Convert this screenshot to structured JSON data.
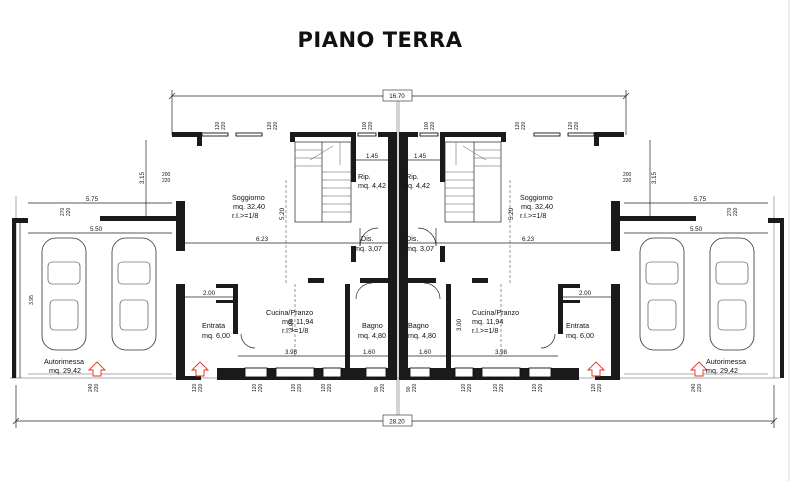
{
  "title": "PIANO TERRA",
  "dimensions": {
    "top_total": "16.70",
    "bottom_total": "28.20",
    "left_height": "3.95",
    "wall_315": "3.15",
    "span_575": "5.75",
    "span_550": "5.50",
    "span_623": "6.23",
    "span_520": "5.20",
    "span_145": "1.45",
    "span_200": "2.00",
    "span_300": "3.00",
    "span_398": "3.98",
    "span_160": "1.60",
    "win_120": "120",
    "win_220": "220",
    "win_100": "100",
    "win_200": "200",
    "win_270": "270",
    "win_240": "240",
    "win_90": "90"
  },
  "rooms": {
    "soggiorno": {
      "name": "Soggiorno",
      "area": "mq. 32,40",
      "ratio": "r.I.>=1/8"
    },
    "ripostiglio": {
      "name": "Rip.",
      "area": "mq. 4,42"
    },
    "disimpegno": {
      "name": "Dis.",
      "area": "mq. 3,07"
    },
    "entrata": {
      "name": "Entrata",
      "area": "mq. 6,00"
    },
    "cucina": {
      "name": "Cucina/Pranzo",
      "area": "mq. 11,94",
      "ratio": "r.I.>=1/8"
    },
    "bagno": {
      "name": "Bagno",
      "area": "mq. 4,80"
    },
    "autorimessa_left": {
      "name": "Autorimessa",
      "area": "mq. 29,42"
    },
    "autorimessa_right": {
      "name": "Autorimessa",
      "area": "mq. 29,42"
    }
  },
  "colors": {
    "walls": "#1a1a1a",
    "entry_arrow": "#e03020"
  }
}
